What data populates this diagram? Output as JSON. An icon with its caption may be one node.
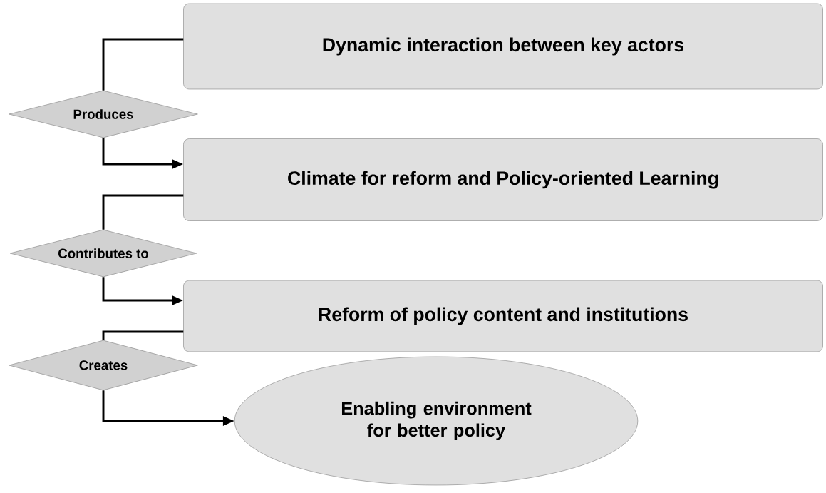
{
  "diagram": {
    "nodes": [
      {
        "text": [
          "Dynamic interaction between key actors"
        ]
      },
      {
        "text": [
          "Produces"
        ]
      },
      {
        "text": [
          "Climate for reform and Policy-oriented Learning"
        ]
      },
      {
        "text": [
          "Contributes to"
        ]
      },
      {
        "text": [
          "Reform of policy content and institutions"
        ]
      },
      {
        "text": [
          "Creates"
        ]
      },
      {
        "text": [
          "Enabling environment for better policy"
        ]
      }
    ],
    "edges": [
      {
        "from": 0,
        "to": 1,
        "arrow": "none"
      },
      {
        "from": 1,
        "to": 2,
        "arrow": "to"
      },
      {
        "from": 2,
        "to": 3,
        "arrow": "none"
      },
      {
        "from": 3,
        "to": 4,
        "arrow": "to"
      },
      {
        "from": 4,
        "to": 5,
        "arrow": "none"
      },
      {
        "from": 5,
        "to": 6,
        "arrow": "to"
      }
    ]
  }
}
